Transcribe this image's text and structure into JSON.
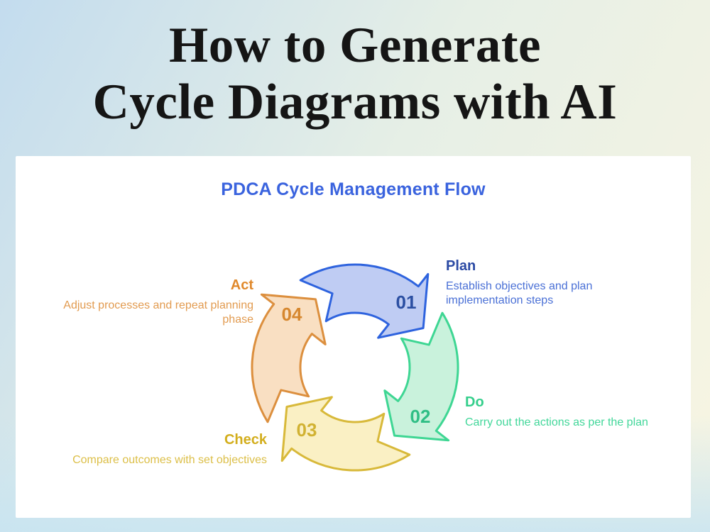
{
  "header": {
    "title_line1": "How to Generate",
    "title_line2": "Cycle Diagrams with AI",
    "title_color": "#151515"
  },
  "card": {
    "title": "PDCA Cycle Management Flow",
    "title_color": "#3a63de",
    "background_color": "#ffffff"
  },
  "background": {
    "gradient_top_left": "#c3dcee",
    "gradient_middle": "#e6efe6",
    "gradient_right": "#f8f5e2",
    "gradient_bottom": "#c7e4f2"
  },
  "cycle": {
    "direction": "clockwise",
    "steps": [
      {
        "number": "01",
        "label": "Plan",
        "description": "Establish objectives and plan implementation steps",
        "position": "top",
        "arrow_fill": "#bfccf3",
        "arrow_stroke": "#2e63de",
        "number_color": "#2b4fa2",
        "heading_color": "#2b4aa4",
        "description_color": "#4a70d6"
      },
      {
        "number": "02",
        "label": "Do",
        "description": "Carry out the actions as per the plan",
        "position": "right",
        "arrow_fill": "#c9f2dc",
        "arrow_stroke": "#3ed693",
        "number_color": "#2fbe85",
        "heading_color": "#35cf8c",
        "description_color": "#42d79a"
      },
      {
        "number": "03",
        "label": "Check",
        "description": "Compare outcomes with set objectives",
        "position": "bottom",
        "arrow_fill": "#faf0c4",
        "arrow_stroke": "#d8b93a",
        "number_color": "#d1b232",
        "heading_color": "#d3ae1d",
        "description_color": "#dcbf48"
      },
      {
        "number": "04",
        "label": "Act",
        "description": "Adjust processes and repeat planning phase",
        "position": "left",
        "arrow_fill": "#f9dfc2",
        "arrow_stroke": "#dc8f3e",
        "number_color": "#d6872f",
        "heading_color": "#e0892c",
        "description_color": "#e29b50"
      }
    ]
  }
}
